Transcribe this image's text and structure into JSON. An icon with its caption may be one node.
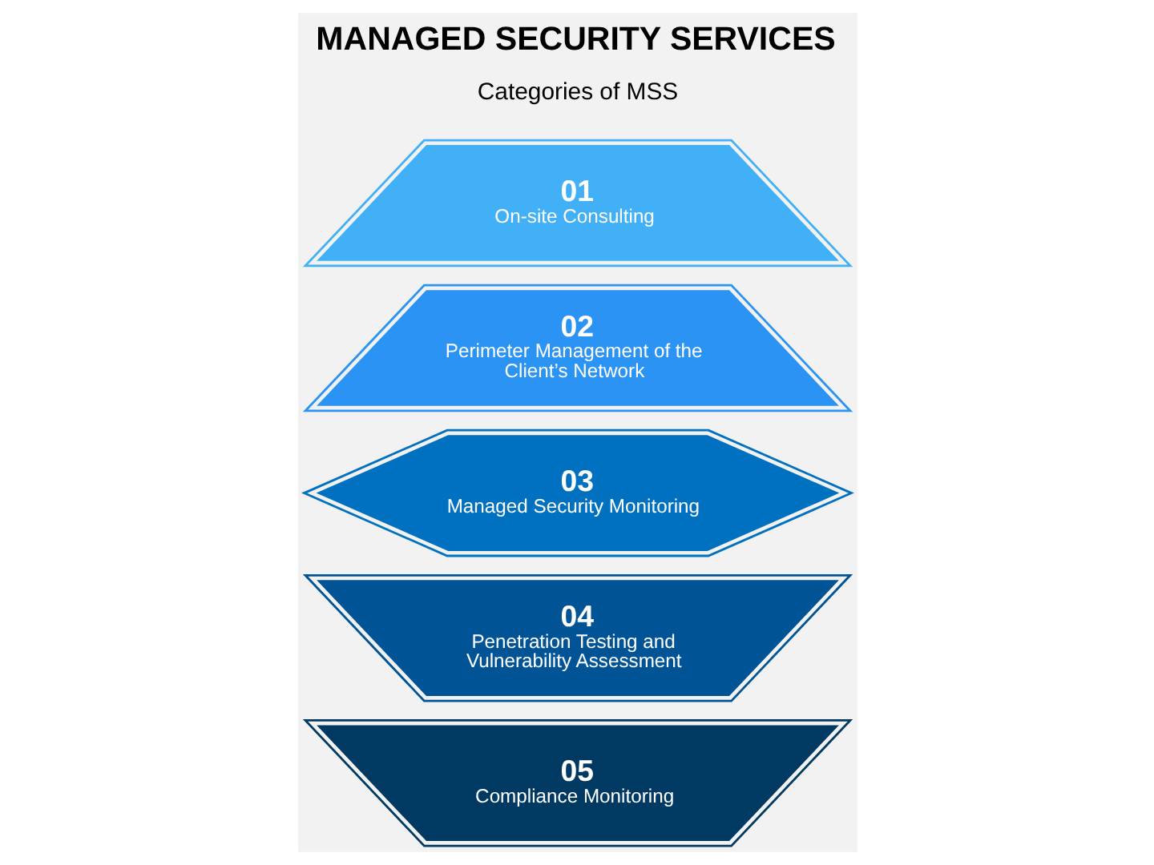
{
  "diagram": {
    "title": "MANAGED SECURITY SERVICES",
    "nodes": [
      {
        "text": [
          "01",
          "On-site Consulting"
        ]
      },
      {
        "text": [
          "02",
          "Perimeter Management of the Client’s Network"
        ]
      },
      {
        "text": [
          "03",
          "Managed Security Monitoring"
        ]
      },
      {
        "text": [
          "04",
          "Penetration Testing and Vulnerability Assessment"
        ]
      },
      {
        "text": [
          "05",
          "Compliance Monitoring"
        ]
      }
    ],
    "labels": [
      "Categories of MSS"
    ]
  }
}
